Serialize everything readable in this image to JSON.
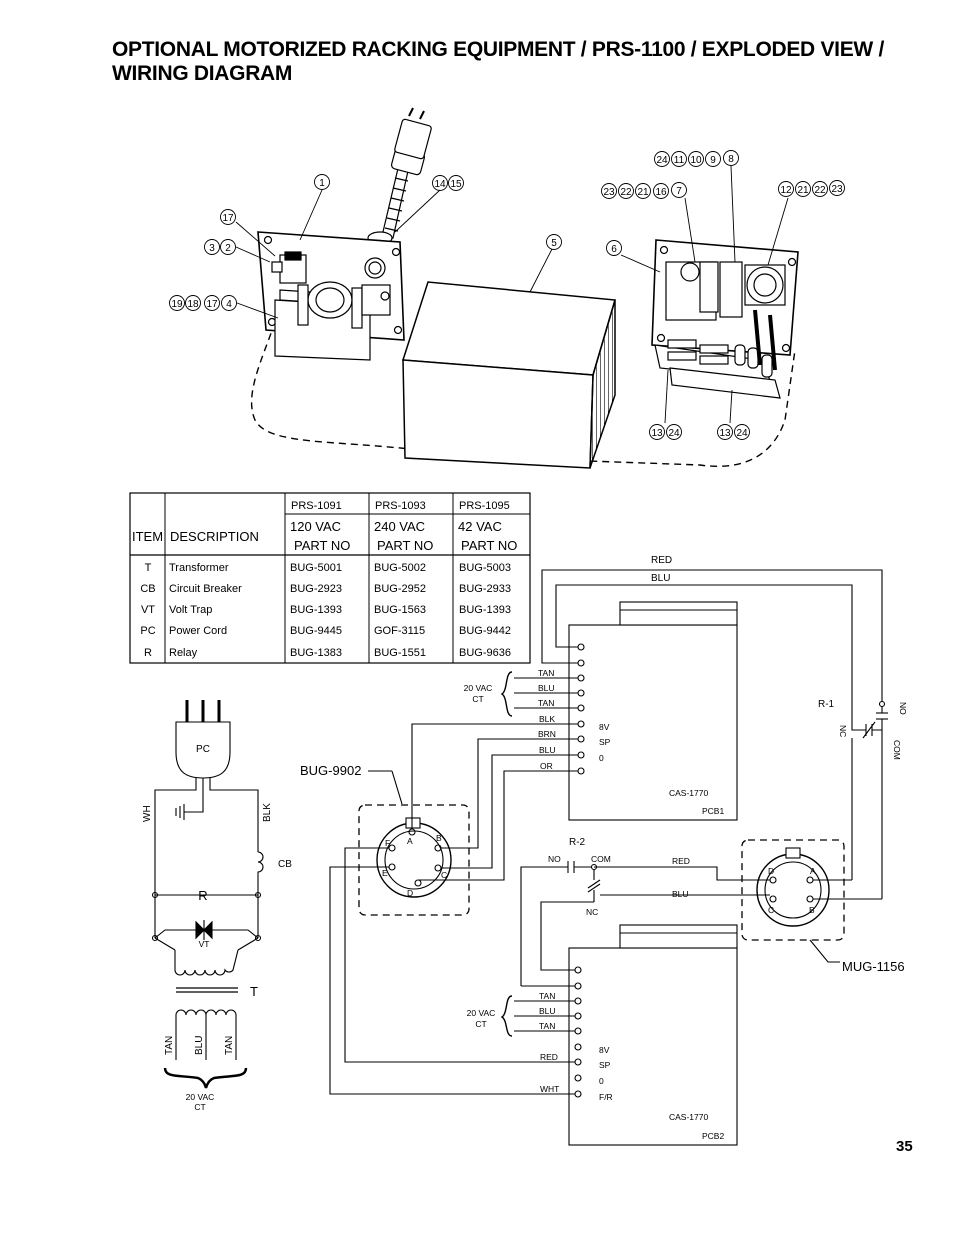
{
  "title": {
    "line1": "OPTIONAL MOTORIZED RACKING EQUIPMENT / PRS-1100 / EXPLODED VIEW /",
    "line2": "WIRING DIAGRAM"
  },
  "page_number": "35",
  "exploded_view": {
    "callouts": {
      "c1": "1",
      "c14": "14",
      "c15": "15",
      "c17": "17",
      "c3": "3",
      "c2": "2",
      "c19": "19",
      "c18": "18",
      "c17b": "17",
      "c4": "4",
      "c5": "5",
      "c6": "6",
      "top1": [
        "24",
        "11",
        "10",
        "9",
        "8"
      ],
      "top2": [
        "23",
        "22",
        "21",
        "16",
        "7"
      ],
      "top3": [
        "12",
        "21",
        "22",
        "23"
      ],
      "bot1": [
        "13",
        "24"
      ],
      "bot2": [
        "13",
        "24"
      ]
    }
  },
  "parts_table": {
    "col_item": "ITEM",
    "col_desc": "DESCRIPTION",
    "models": [
      "PRS-1091",
      "PRS-1093",
      "PRS-1095"
    ],
    "voltages": [
      "120 VAC",
      "240 VAC",
      "42 VAC"
    ],
    "part_no": "PART NO",
    "rows": [
      {
        "item": "T",
        "desc": "Transformer",
        "parts": [
          "BUG-5001",
          "BUG-5002",
          "BUG-5003"
        ]
      },
      {
        "item": "CB",
        "desc": "Circuit Breaker",
        "parts": [
          "BUG-2923",
          "BUG-2952",
          "BUG-2933"
        ]
      },
      {
        "item": "VT",
        "desc": "Volt Trap",
        "parts": [
          "BUG-1393",
          "BUG-1563",
          "BUG-1393"
        ]
      },
      {
        "item": "PC",
        "desc": "Power Cord",
        "parts": [
          "BUG-9445",
          "GOF-3115",
          "BUG-9442"
        ]
      },
      {
        "item": "R",
        "desc": "Relay",
        "parts": [
          "BUG-1383",
          "BUG-1551",
          "BUG-9636"
        ]
      }
    ]
  },
  "left_schematic": {
    "pc": "PC",
    "wh": "WH",
    "blk": "BLK",
    "cb": "CB",
    "r": "R",
    "vt": "VT",
    "t": "T",
    "tan1": "TAN",
    "blu": "BLU",
    "tan2": "TAN",
    "ct_line1": "20 VAC",
    "ct_line2": "CT"
  },
  "wiring": {
    "red_top": "RED",
    "blu_top": "BLU",
    "pcb1": {
      "wires": [
        "TAN",
        "BLU",
        "TAN",
        "BLK",
        "BRN",
        "BLU",
        "OR"
      ],
      "ct_line1": "20 VAC",
      "ct_line2": "CT",
      "pins": [
        "8V",
        "SP",
        "0"
      ],
      "model": "CAS-1770",
      "name": "PCB1"
    },
    "pcb2": {
      "wires": [
        "TAN",
        "BLU",
        "TAN",
        "RED",
        "WHT"
      ],
      "ct_line1": "20 VAC",
      "ct_line2": "CT",
      "pins": [
        "8V",
        "SP",
        "0",
        "F/R"
      ],
      "model": "CAS-1770",
      "name": "PCB2"
    },
    "bug9902": {
      "label": "BUG-9902",
      "pins": [
        "A",
        "B",
        "F",
        "C",
        "E",
        "D"
      ]
    },
    "mug1156": {
      "label": "MUG-1156",
      "pins": [
        "D",
        "A",
        "C",
        "B"
      ]
    },
    "r1": {
      "label": "R-1",
      "nc": "NC",
      "no": "NO",
      "com": "COM"
    },
    "r2": {
      "label": "R-2",
      "no": "NO",
      "com": "COM",
      "nc": "NC"
    },
    "red_mid": "RED",
    "blu_mid": "BLU"
  }
}
